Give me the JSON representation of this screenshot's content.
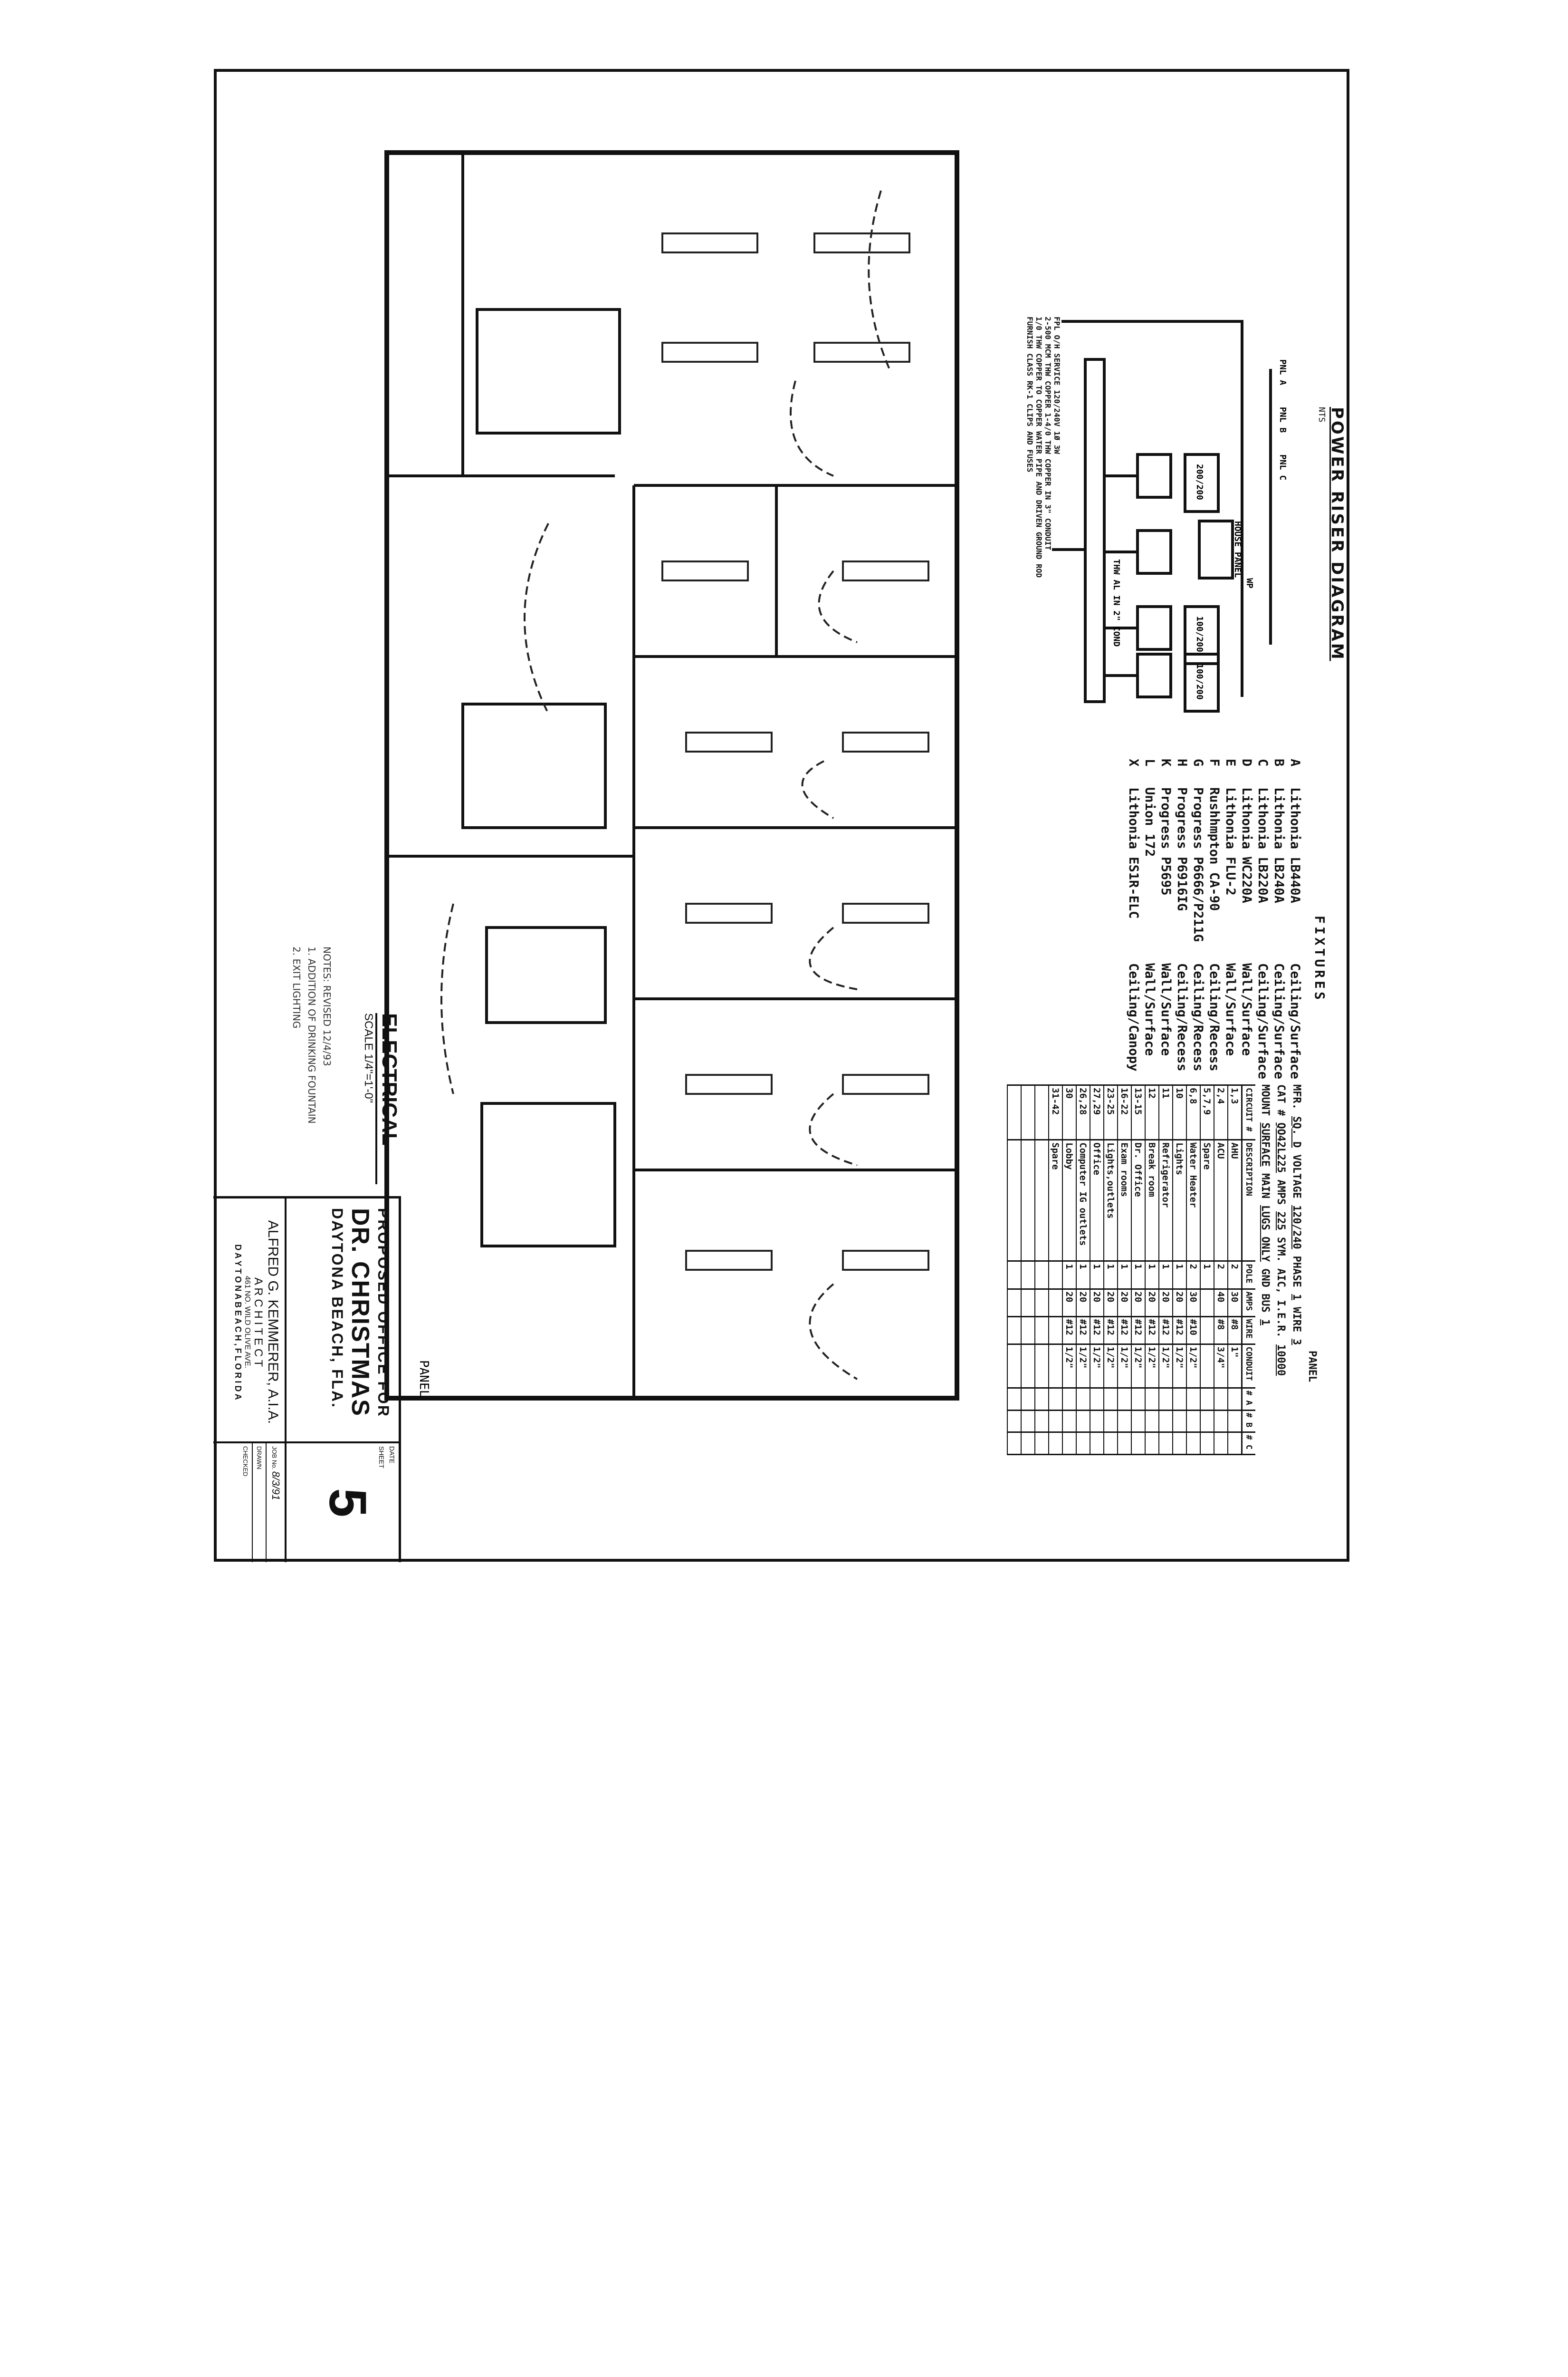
{
  "fixtures": {
    "title": "FIXTURES",
    "items": [
      {
        "key": "A",
        "model": "Lithonia LB440A",
        "type": "Ceiling/Surface"
      },
      {
        "key": "B",
        "model": "Lithonia LB240A",
        "type": "Ceiling/Surface"
      },
      {
        "key": "C",
        "model": "Lithonia LB220A",
        "type": "Ceiling/Surface"
      },
      {
        "key": "D",
        "model": "Lithonia WC220A",
        "type": "Wall/Surface"
      },
      {
        "key": "E",
        "model": "Lithonia FLU-2",
        "type": "Wall/Surface"
      },
      {
        "key": "F",
        "model": "Rushhmpton CA-90",
        "type": "Ceiling/Recess"
      },
      {
        "key": "G",
        "model": "Progress P6666/P211G",
        "type": "Ceiling/Recess"
      },
      {
        "key": "H",
        "model": "Progress P6916IG",
        "type": "Ceiling/Recess"
      },
      {
        "key": "K",
        "model": "Progress P5695",
        "type": "Wall/Surface"
      },
      {
        "key": "L",
        "model": "Union 172",
        "type": "Wall/Surface"
      },
      {
        "key": "X",
        "model": "Lithonia ES1R-ELC",
        "type": "Ceiling/Canopy"
      }
    ]
  },
  "panel": {
    "title": "PANEL",
    "mfr_label": "MFR.",
    "mfr": "SQ. D",
    "voltage_label": "VOLTAGE",
    "voltage": "120/240",
    "phase_label": "PHASE",
    "phase": "1",
    "wire_label": "WIRE",
    "wire": "3",
    "cat_label": "CAT #",
    "cat": "QO42L225",
    "amps_label": "AMPS",
    "amps": "225",
    "sym_label": "SYM. AIC, I.E.R.",
    "sym": "10000",
    "mount_label": "MOUNT",
    "mount": "SURFACE",
    "main_label": "MAIN",
    "main": "LUGS ONLY",
    "gnd_label": "GND BUS",
    "gnd": "1",
    "columns": [
      "CIRCUIT #",
      "DESCRIPTION",
      "POLE",
      "AMPS",
      "WIRE",
      "CONDUIT",
      "# A",
      "# B",
      "# C"
    ],
    "rows": [
      [
        "1,3",
        "AHU",
        "2",
        "30",
        "#8",
        "1\""
      ],
      [
        "2,4",
        "ACU",
        "2",
        "40",
        "#8",
        "3/4\""
      ],
      [
        "5,7,9",
        "Spare",
        "1",
        "",
        "",
        ""
      ],
      [
        "6,8",
        "Water Heater",
        "2",
        "30",
        "#10",
        "1/2\""
      ],
      [
        "10",
        "Lights",
        "1",
        "20",
        "#12",
        "1/2\""
      ],
      [
        "11",
        "Refrigerator",
        "1",
        "20",
        "#12",
        "1/2\""
      ],
      [
        "12",
        "Break room",
        "1",
        "20",
        "#12",
        "1/2\""
      ],
      [
        "13-15",
        "Dr. Office",
        "1",
        "20",
        "#12",
        "1/2\""
      ],
      [
        "16-22",
        "Exam rooms",
        "1",
        "20",
        "#12",
        "1/2\""
      ],
      [
        "23-25",
        "Lights,outlets",
        "1",
        "20",
        "#12",
        "1/2\""
      ],
      [
        "27,29",
        "Office",
        "1",
        "20",
        "#12",
        "1/2\""
      ],
      [
        "26,28",
        "Computer IG outlets",
        "1",
        "20",
        "#12",
        "1/2\""
      ],
      [
        "30",
        "Lobby",
        "1",
        "20",
        "#12",
        "1/2\""
      ],
      [
        "31-42",
        "Spare",
        "",
        "",
        "",
        ""
      ]
    ]
  },
  "riser": {
    "title": "POWER RISER DIAGRAM",
    "subtitle": "NTS",
    "notes": [
      "FPL O/H SERVICE 120/240V 1Ø 3W",
      "2-500 MCM THW COPPER 1-4/0 THW COPPER IN 3\" CONDUIT",
      "1/0 THW COPPER TO COPPER WATER PIPE AND DRIVEN GROUND ROD",
      "FURNISH CLASS RK-1 CLIPS AND FUSES",
      "HOUSE PANEL",
      "THW AL IN 2\" COND",
      "PNL A",
      "PNL B",
      "PNL C",
      "WP",
      "200/200",
      "100/200",
      "100/200"
    ]
  },
  "plan": {
    "labels": [
      "PANEL"
    ]
  },
  "drawing": {
    "title": "ELECTRICAL",
    "scale": "SCALE 1/4\"=1'-0\""
  },
  "notes": {
    "heading": "NOTES: REVISED 12/4/93",
    "items": [
      "1. ADDITION OF DRINKING FOUNTAIN",
      "2. EXIT LIGHTING"
    ]
  },
  "title_block": {
    "line1": "PROPOSED OFFICE FOR",
    "line2": "DR. CHRISTMAS",
    "line3": "DAYTONA BEACH, FLA.",
    "architect": "ALFRED G. KEMMERER, A.I.A.",
    "role": "A R C H I T E C T",
    "address": "461 NO. WILD OLIVE AVE.",
    "city": "D A Y T O N A   B E A C H ,   F L O R I D A",
    "job_label": "JOB No.",
    "job": "8/3/91",
    "drawn_label": "DRAWN",
    "checked_label": "CHECKED",
    "date_label": "DATE",
    "sheet_label": "SHEET",
    "sheet": "5"
  }
}
